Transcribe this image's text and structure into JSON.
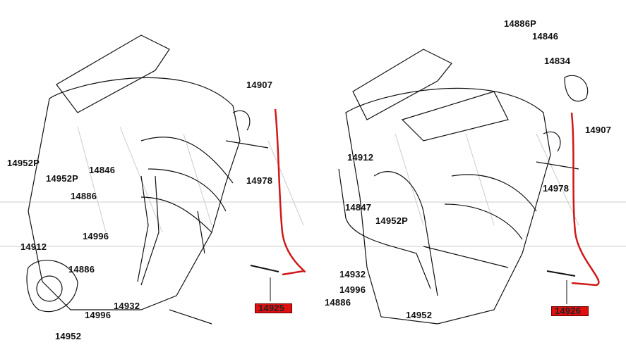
{
  "left_diagram": {
    "labels": [
      "14907",
      "14952P",
      "14846",
      "14952P",
      "14886",
      "14978",
      "14996",
      "14912",
      "14886",
      "14932",
      "14996",
      "14952"
    ],
    "highlighted_part": "14925"
  },
  "right_diagram": {
    "labels": [
      "14886P",
      "14846",
      "14834",
      "14907",
      "14912",
      "14978",
      "14847",
      "14952P",
      "14932",
      "14996",
      "14886",
      "14952"
    ],
    "highlighted_part": "14926"
  },
  "colors": {
    "highlight": "#e01010",
    "sensor_wire": "#d01818",
    "line": "#111111"
  }
}
